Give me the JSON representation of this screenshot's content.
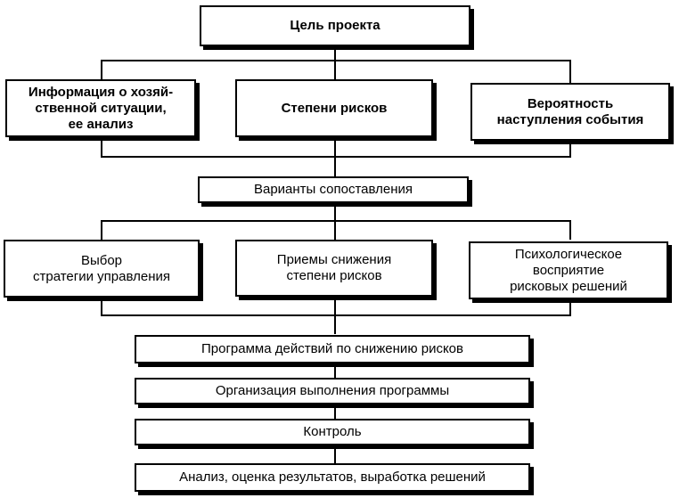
{
  "diagram": {
    "goal": "Цель проекта",
    "row1": {
      "info": "Информация о хозяй-\nственной ситуации,\nее анализ",
      "degrees": "Степени рисков",
      "probability": "Вероятность\nнаступления события"
    },
    "variants": "Варианты сопоставления",
    "row2": {
      "strategy": "Выбор\nстратегии управления",
      "methods": "Приемы снижения\nстепени рисков",
      "perception": "Психологическое\nвосприятие\nрисковых решений"
    },
    "program": "Программа действий по снижению рисков",
    "organization": "Организация выполнения программы",
    "control": "Контроль",
    "analysis": "Анализ, оценка результатов, выработка решений"
  }
}
